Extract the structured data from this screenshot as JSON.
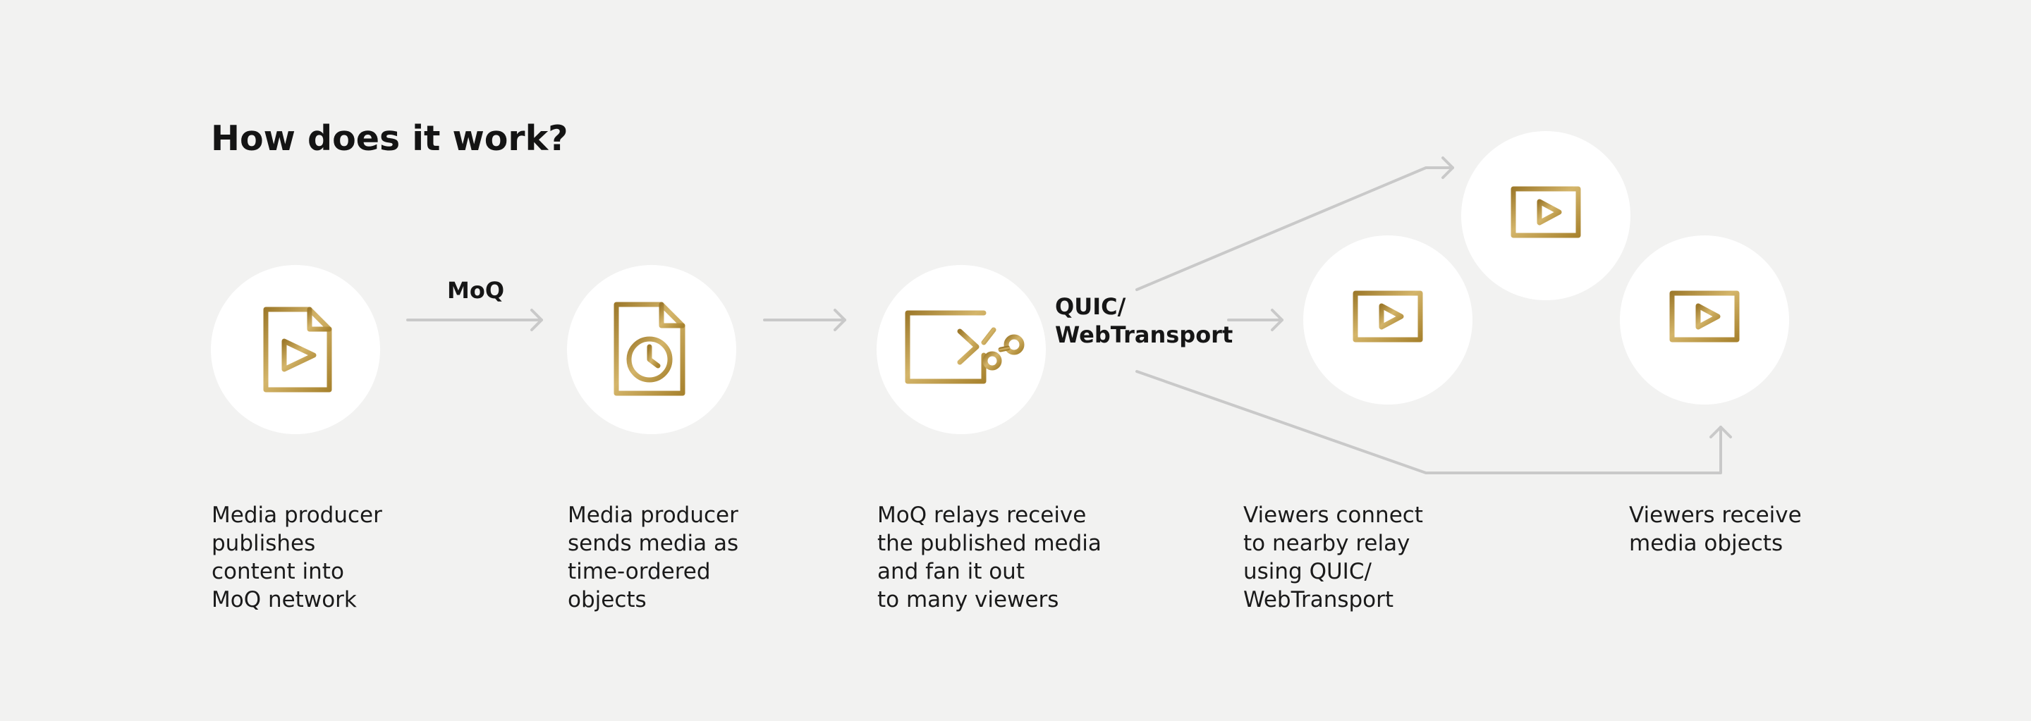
{
  "title": "How does it work?",
  "colors": {
    "background": "#f2f2f1",
    "gold": "#b99540",
    "connector": "#c9c9c9"
  },
  "labels": {
    "moq": "MoQ",
    "quic_line1": "QUIC/",
    "quic_line2": "WebTransport"
  },
  "steps": [
    {
      "icon": "document-play-icon",
      "lines": [
        "Media producer",
        "publishes",
        "content into",
        "MoQ network"
      ]
    },
    {
      "icon": "document-clock-icon",
      "lines": [
        "Media producer",
        "sends media as",
        "time-ordered",
        "objects"
      ]
    },
    {
      "icon": "relay-fanout-icon",
      "lines": [
        "MoQ relays receive",
        "the published media",
        "and fan it out",
        "to many viewers"
      ]
    },
    {
      "icon": "laptop-play-icon",
      "lines": [
        "Viewers connect",
        "to nearby relay",
        "using QUIC/",
        "WebTransport"
      ]
    },
    {
      "icon": "laptop-play-icon",
      "lines": [
        "Viewers receive",
        "media objects"
      ]
    }
  ]
}
